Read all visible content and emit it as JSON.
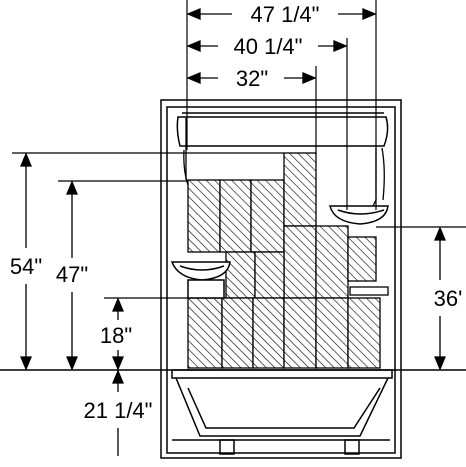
{
  "dimensions": {
    "overall_width": "47 1/4\"",
    "middle_width": "40 1/4\"",
    "inner_width": "32\"",
    "height_54": "54\"",
    "height_47": "47\"",
    "height_18": "18\"",
    "base_height": "21 1/4\"",
    "right_height": "36'"
  }
}
